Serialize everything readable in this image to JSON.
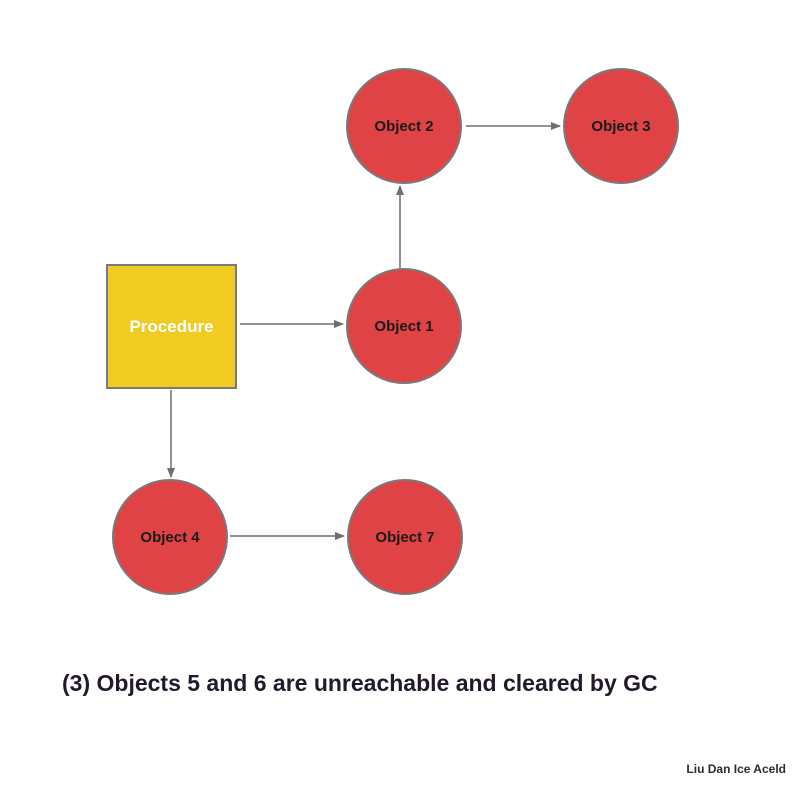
{
  "diagram": {
    "nodes": {
      "procedure": {
        "label": "Procedure",
        "shape": "square"
      },
      "object1": {
        "label": "Object 1",
        "shape": "circle"
      },
      "object2": {
        "label": "Object 2",
        "shape": "circle"
      },
      "object3": {
        "label": "Object 3",
        "shape": "circle"
      },
      "object4": {
        "label": "Object 4",
        "shape": "circle"
      },
      "object7": {
        "label": "Object 7",
        "shape": "circle"
      }
    },
    "edges": [
      {
        "from": "procedure",
        "to": "object1"
      },
      {
        "from": "procedure",
        "to": "object4"
      },
      {
        "from": "object1",
        "to": "object2"
      },
      {
        "from": "object2",
        "to": "object3"
      },
      {
        "from": "object4",
        "to": "object7"
      }
    ],
    "caption": "(3) Objects 5 and 6 are unreachable and cleared by GC",
    "credit": "Liu Dan Ice Aceld"
  },
  "colors": {
    "object_fill": "#e04345",
    "procedure_fill": "#f0cb22",
    "border": "#7a7a7a",
    "arrow": "#6e6e6e",
    "caption_text": "#221a2c"
  }
}
